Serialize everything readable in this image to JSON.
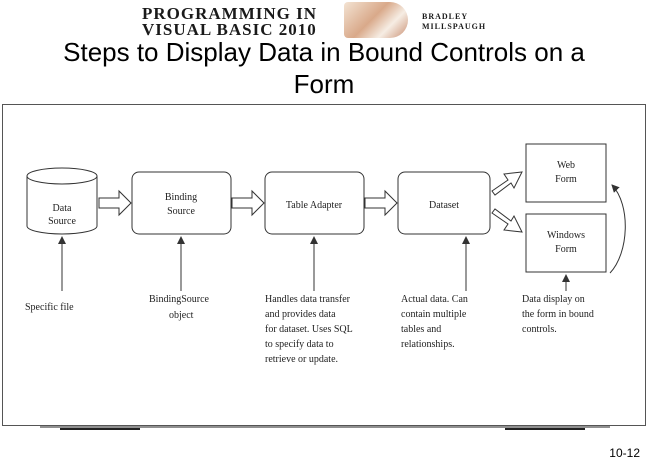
{
  "banner": {
    "line1": "PROGRAMMING IN",
    "line2": "VISUAL BASIC 2010",
    "author1": "BRADLEY",
    "author2": "MILLSPAUGH"
  },
  "slide": {
    "title_line1": "Steps to Display Data in Bound Controls on a",
    "title_line2": "Form",
    "page_number": "10-12"
  },
  "diagram": {
    "nodes": {
      "data_source": [
        "Data",
        "Source"
      ],
      "binding_source": [
        "Binding",
        "Source"
      ],
      "table_adapter": [
        "Table Adapter"
      ],
      "dataset": [
        "Dataset"
      ],
      "web_form": [
        "Web",
        "Form"
      ],
      "windows_form": [
        "Windows",
        "Form"
      ]
    },
    "notes": {
      "data_source": [
        "Specific file"
      ],
      "binding_source": [
        "BindingSource",
        "object"
      ],
      "table_adapter": [
        "Handles data transfer",
        "and provides data",
        "for dataset. Uses SQL",
        "to specify data to",
        "retrieve or update."
      ],
      "dataset": [
        "Actual data. Can",
        "contain multiple",
        "tables and",
        "relationships."
      ],
      "forms": [
        "Data display on",
        "the form in bound",
        "controls."
      ]
    }
  }
}
